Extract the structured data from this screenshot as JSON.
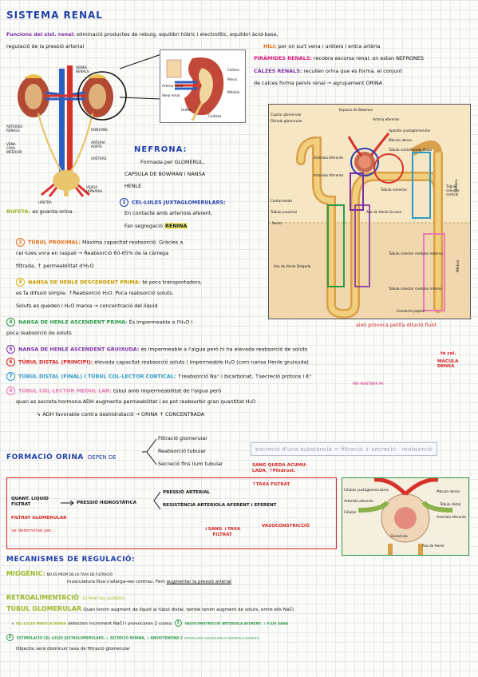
{
  "title": "SISTEMA RENAL",
  "functions": {
    "label": "Funcions del sist. renal:",
    "line1": "eliminació productes de rebuig, equilibri hídric i electrolític, equilibri àcid-base,",
    "line2": "regulació de la pressió arterial"
  },
  "kidney_anatomy": {
    "labels": {
      "venes": "VENES\nRENALS",
      "arteries": "ARTERIES\nRENALS",
      "vena_cava": "VENA\nCAVA\nINFERIOR",
      "ronyons": "RONYONS",
      "arteria_aorta": "ARTERIA\nAORTA",
      "ureters": "URÈTERS",
      "bufeta_label": "VEJIGA\nURINARIA",
      "uretra": "URETRA"
    },
    "bufeta_note_label": "BUFETA:",
    "bufeta_note_text": "es guarda orina.",
    "detail_labels": [
      "Cálices",
      "Pelvis",
      "Arteria renal",
      "Vena renal",
      "Uréter",
      "Corteza",
      "Médula"
    ]
  },
  "hili": {
    "label": "HILI:",
    "text": "per on surt vena i urèters i entra artèria"
  },
  "piramides": {
    "label": "PIRÀMIDES RENALS:",
    "text": "recobra escorsa renal, on estan NEFRONES"
  },
  "calzes": {
    "label": "CÀLZES RENALS:",
    "line1": "recullen orina que es forma. el conjunt",
    "line2": "de calces forma pelvis renal → agrupament ORINA"
  },
  "nefrona": {
    "title": "NEFRONA:",
    "lines": [
      "Formada per GLOMERUL,",
      "CAPSULA DE BOWMAN i NANSA",
      "HENLE"
    ],
    "item1_label": "CEL·LULES JUXTAGLOMERULARS:",
    "item1_line1": "En contacte amb arteriola aferent.",
    "item1_line2_pre": "Fan segregació",
    "item1_line2_hl": "RENINA"
  },
  "nephron_diagram": {
    "labels": [
      "Espacio de Bowman",
      "Capilar glomerular",
      "Filtrado glomerular",
      "Arteria eferente",
      "Aparato yuxtaglomerular",
      "Mácula densa",
      "Túbulo contorneado distal",
      "Arteriola Eferente",
      "Arteriola Aferente",
      "Túbulo conector",
      "Túbulo colector cortical",
      "Contorneado",
      "Túbulo proximal",
      "Recto",
      "Asa de Henle Gruesa",
      "Corteza",
      "Asa de Henle Delgada",
      "Túbulo colector medular externo",
      "Médula",
      "Túbulo colector medular interno",
      "Conducto papilar"
    ]
  },
  "segments": [
    {
      "num": "2",
      "label": "TÚBUL PROXIMAL:",
      "line1": "Màxima capacitat reabsorció. Gràcies a",
      "line2": "cel·lules vora en raspall → Reabsorció 60-65% de la càrrega",
      "line3": "filtrada. ↑ permeabilitat d'H₂O"
    },
    {
      "num": "3",
      "label": "NANSA DE HENLE DESCENDENT PRIMA:",
      "line1": "té pocs transportadors,",
      "line2": "es fa difusió simple. ↑Reabsorció H₂O. Poca reabsorció soluts.",
      "line3": "Soluts es queden i H₂O marxa → concentració del líquid"
    },
    {
      "num": "4",
      "label": "NANSA DE HENLE ASCENDENT PRIMA:",
      "line1": "És impermeable a l'H₂O i",
      "line2": "poca reabsorció de soluts"
    },
    {
      "num": "5",
      "label": "NANSA DE HENLE ASCENDENT GRUIXUDA:",
      "line1": "és impermeable a l'aigua però hi ha elevada reabsorció de soluts"
    },
    {
      "num": "6",
      "label": "TÚBUL DISTAL (PRINCIPI):",
      "line1": "elevada capacitat reabsorció soluts i impermeable H₂O (com nansa Henle gruixuda)"
    },
    {
      "num": "7",
      "label": "TÚBUL DISTAL (FINAL) i TÚBUL COL·LECTOR CORTICAL:",
      "line1": "↑reabsorció Na⁺ i bicarbonat, ↑secreció protons i K⁺"
    },
    {
      "num": "8",
      "label": "TÚBUL COL·LECTOR MEDUL·LAR:",
      "line1": "túbul amb impermeabilitat de l'aigua però",
      "line2": "quan es secreta hormona ADH augmenta permeabilitat i es pot reabsorbir gran quantitat H₂O",
      "line3": "↳ ADH favorable contra deshidratació → ORINA ↑ CONCENTRADA"
    }
  ],
  "annotations": {
    "aixo_provoca": "això provoca petita dilució fluid",
    "te_cel": "té cel.",
    "macula_densa": "MACULA\nDENSA",
    "per_mantenir": "PER MANTENIR PH"
  },
  "formacio": {
    "title_a": "FORMACIÓ ORINA",
    "title_b": "DEPÈN DE",
    "opt1": "Filtració glomerular",
    "opt2": "Reabsorció tubular",
    "opt3": "Secreció fins llum tubular",
    "formula": "excreció d'una substància = filtració + secreció - reabsorció"
  },
  "pressure_box": {
    "quant_liquid": "QUANT. LIQUID\nFILTRAT",
    "pressio_hidro": "PRESSIÓ HIDROSTÀTICA",
    "pressio_arterial": "PRESSIÓ ARTERIAL",
    "resistencia": "RESISTÈNCIA ARTERIOLA AFERENT i EFERENT",
    "filtrat_glomerular": "FILTRAT GLOMERULAR",
    "ve_determinat": "ve determinat per...",
    "sang_queda": "SANG QUEDA ACUMU-\nLADA, ↑Phidrost.",
    "taxa_filtrat": "↑TAXA FILTRAT",
    "vasoconstriccio": "VASOCONSTRICCIÓ",
    "sang_taxa": "↓SANG ↓TAXA\nFILTRAT"
  },
  "jg_diagram": {
    "labels": [
      "Células yuxtaglomerulares",
      "Mácula densa",
      "Arteriola aferente",
      "Túbulo distal",
      "Células",
      "Arteriola eferente",
      "Glomérulo",
      "Asa de Henle"
    ]
  },
  "mecanismes": {
    "title": "MECANISMES DE REGULACIÓ:",
    "miogenic_label": "MIOGÈNIC:",
    "miogenic_line1": "NO ES PROPI DE LA TAXA DE FILTRACIÓ",
    "miogenic_line2a": "musculatura llisa s'allarga→es contrau. Fem",
    "miogenic_line2b": "augmentar la pressió arterial",
    "retro_label": "RETROALIMENTACIÓ",
    "retro_sub": ": ES PROPI DEL GLOMÈRUL",
    "tubul_label": "TÚBUL GLOMERULAR",
    "tubul_text": "Quan tenim augment de líquid al túbul distal, també tenim augment de soluts, entre ells NaCl.",
    "macula_line_label": "CEL·LULES MACULA DENSA",
    "macula_line_text": "detecten increment NaCl i provocaran 2 coses:",
    "macula_item1": "VASOCONSTRICCIÓ ARTERIOLA AFERENT, ↓ FLUX SANG",
    "item2_label": "ESTIMULACIÓ CEL·LULES JUXTAGLOMERULARS, ↓ SECRECIÓ RENINA, ↓ ANGIOTENSINA 2",
    "item2_note": "(PRODUCANT VASODILATACIÓ ARTERIOLA EFERENT)",
    "objectiu": "Objectiu serà disminuir taxa de filtració glomerular"
  }
}
